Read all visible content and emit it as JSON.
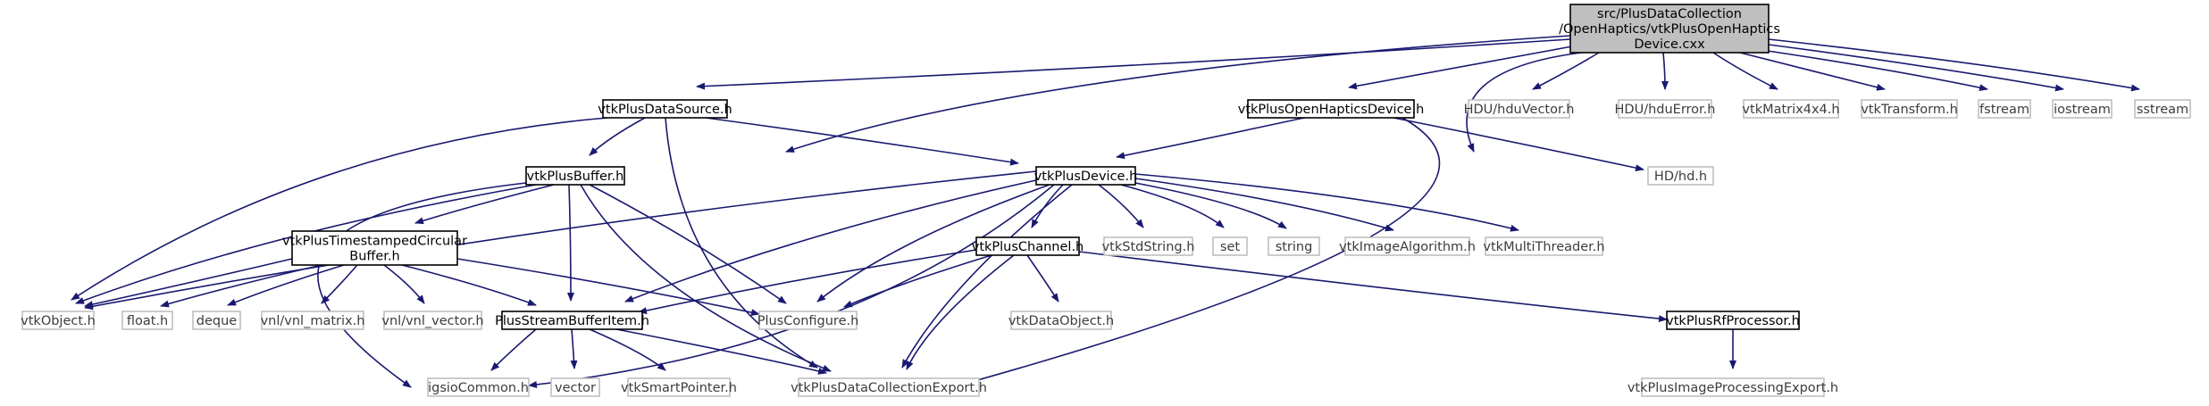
{
  "diagram": {
    "colors": {
      "edge": "#191970",
      "root_fill": "#bfbfbf",
      "box_border": "#000000",
      "ext_border": "#bfbfbf",
      "fill": "#ffffff"
    },
    "nodes": [
      {
        "id": "root",
        "lines": [
          "src/PlusDataCollection",
          "/OpenHaptics/vtkPlusOpenHaptics",
          "Device.cxx"
        ],
        "style": "root"
      },
      {
        "id": "ds",
        "lines": [
          "vtkPlusDataSource.h"
        ],
        "style": "box"
      },
      {
        "id": "ohd",
        "lines": [
          "vtkPlusOpenHapticsDevice.h"
        ],
        "style": "box"
      },
      {
        "id": "hduvec",
        "lines": [
          "HDU/hduVector.h"
        ],
        "style": "ext"
      },
      {
        "id": "hduerr",
        "lines": [
          "HDU/hduError.h"
        ],
        "style": "ext"
      },
      {
        "id": "mat4",
        "lines": [
          "vtkMatrix4x4.h"
        ],
        "style": "ext"
      },
      {
        "id": "vtktr",
        "lines": [
          "vtkTransform.h"
        ],
        "style": "ext"
      },
      {
        "id": "fstream",
        "lines": [
          "fstream"
        ],
        "style": "ext"
      },
      {
        "id": "iostream",
        "lines": [
          "iostream"
        ],
        "style": "ext"
      },
      {
        "id": "sstream",
        "lines": [
          "sstream"
        ],
        "style": "ext"
      },
      {
        "id": "hd",
        "lines": [
          "HD/hd.h"
        ],
        "style": "ext"
      },
      {
        "id": "buf",
        "lines": [
          "vtkPlusBuffer.h"
        ],
        "style": "box"
      },
      {
        "id": "dev",
        "lines": [
          "vtkPlusDevice.h"
        ],
        "style": "box"
      },
      {
        "id": "tscb",
        "lines": [
          "vtkPlusTimestampedCircular",
          "Buffer.h"
        ],
        "style": "box"
      },
      {
        "id": "chan",
        "lines": [
          "vtkPlusChannel.h"
        ],
        "style": "box"
      },
      {
        "id": "stdstr",
        "lines": [
          "vtkStdString.h"
        ],
        "style": "ext"
      },
      {
        "id": "set",
        "lines": [
          "set"
        ],
        "style": "ext"
      },
      {
        "id": "string",
        "lines": [
          "string"
        ],
        "style": "ext"
      },
      {
        "id": "imgalg",
        "lines": [
          "vtkImageAlgorithm.h"
        ],
        "style": "ext"
      },
      {
        "id": "mthread",
        "lines": [
          "vtkMultiThreader.h"
        ],
        "style": "ext"
      },
      {
        "id": "vtkobj",
        "lines": [
          "vtkObject.h"
        ],
        "style": "ext"
      },
      {
        "id": "float",
        "lines": [
          "float.h"
        ],
        "style": "ext"
      },
      {
        "id": "deque",
        "lines": [
          "deque"
        ],
        "style": "ext"
      },
      {
        "id": "vnlmat",
        "lines": [
          "vnl/vnl_matrix.h"
        ],
        "style": "ext"
      },
      {
        "id": "vnlvec",
        "lines": [
          "vnl/vnl_vector.h"
        ],
        "style": "ext"
      },
      {
        "id": "sbi",
        "lines": [
          "PlusStreamBufferItem.h"
        ],
        "style": "box"
      },
      {
        "id": "plusconf",
        "lines": [
          "PlusConfigure.h"
        ],
        "style": "ext"
      },
      {
        "id": "dataobj",
        "lines": [
          "vtkDataObject.h"
        ],
        "style": "ext"
      },
      {
        "id": "rfproc",
        "lines": [
          "vtkPlusRfProcessor.h"
        ],
        "style": "box"
      },
      {
        "id": "igsio",
        "lines": [
          "igsioCommon.h"
        ],
        "style": "ext"
      },
      {
        "id": "vector",
        "lines": [
          "vector"
        ],
        "style": "ext"
      },
      {
        "id": "smartptr",
        "lines": [
          "vtkSmartPointer.h"
        ],
        "style": "ext"
      },
      {
        "id": "dcexport",
        "lines": [
          "vtkPlusDataCollectionExport.h"
        ],
        "style": "ext"
      },
      {
        "id": "ipexport",
        "lines": [
          "vtkPlusImageProcessingExport.h"
        ],
        "style": "ext"
      }
    ],
    "edges": [
      [
        "root",
        "ds"
      ],
      [
        "root",
        "ohd"
      ],
      [
        "root",
        "hduvec"
      ],
      [
        "root",
        "hduerr"
      ],
      [
        "root",
        "mat4"
      ],
      [
        "root",
        "vtktr"
      ],
      [
        "root",
        "fstream"
      ],
      [
        "root",
        "iostream"
      ],
      [
        "root",
        "sstream"
      ],
      [
        "root",
        "hd"
      ],
      [
        "root",
        "plusconf"
      ],
      [
        "ds",
        "buf"
      ],
      [
        "ds",
        "dev"
      ],
      [
        "ds",
        "vtkobj"
      ],
      [
        "ds",
        "dcexport"
      ],
      [
        "ohd",
        "dev"
      ],
      [
        "ohd",
        "hd"
      ],
      [
        "ohd",
        "dcexport"
      ],
      [
        "buf",
        "tscb"
      ],
      [
        "buf",
        "sbi"
      ],
      [
        "buf",
        "vtkobj"
      ],
      [
        "buf",
        "plusconf"
      ],
      [
        "buf",
        "igsio"
      ],
      [
        "buf",
        "dcexport"
      ],
      [
        "dev",
        "chan"
      ],
      [
        "dev",
        "stdstr"
      ],
      [
        "dev",
        "set"
      ],
      [
        "dev",
        "string"
      ],
      [
        "dev",
        "imgalg"
      ],
      [
        "dev",
        "mthread"
      ],
      [
        "dev",
        "sbi"
      ],
      [
        "dev",
        "plusconf"
      ],
      [
        "dev",
        "vtkobj"
      ],
      [
        "dev",
        "igsio"
      ],
      [
        "dev",
        "dcexport"
      ],
      [
        "tscb",
        "vtkobj"
      ],
      [
        "tscb",
        "float"
      ],
      [
        "tscb",
        "deque"
      ],
      [
        "tscb",
        "vnlmat"
      ],
      [
        "tscb",
        "vnlvec"
      ],
      [
        "tscb",
        "sbi"
      ],
      [
        "tscb",
        "plusconf"
      ],
      [
        "chan",
        "sbi"
      ],
      [
        "chan",
        "plusconf"
      ],
      [
        "chan",
        "dataobj"
      ],
      [
        "chan",
        "rfproc"
      ],
      [
        "chan",
        "dcexport"
      ],
      [
        "rfproc",
        "ipexport"
      ],
      [
        "sbi",
        "igsio"
      ],
      [
        "sbi",
        "vector"
      ],
      [
        "sbi",
        "smartptr"
      ],
      [
        "sbi",
        "dcexport"
      ]
    ]
  }
}
